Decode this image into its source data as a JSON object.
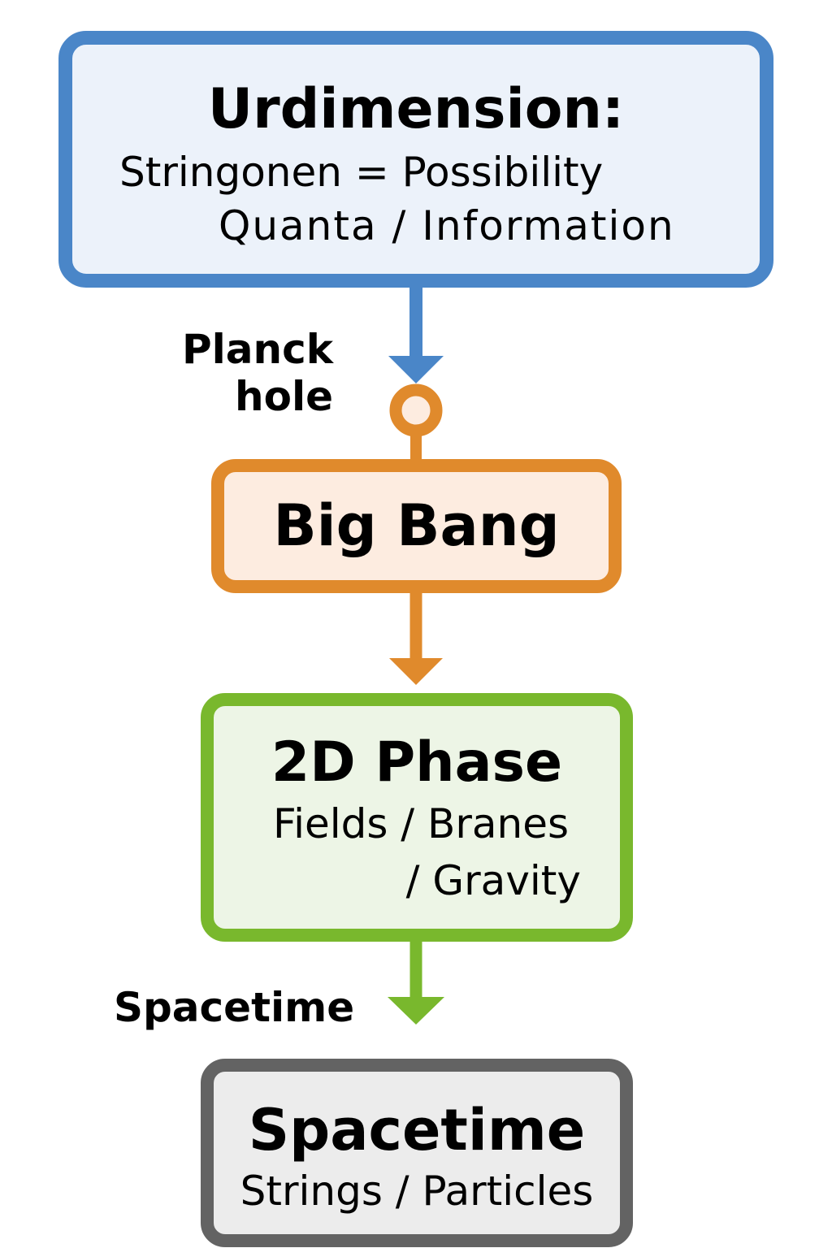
{
  "colors": {
    "blue": "#4a86c8",
    "blue_fill": "#ecf2fa",
    "orange": "#e08a2c",
    "orange_fill": "#fdece0",
    "green": "#79b82d",
    "green_fill": "#edf5e6",
    "gray": "#636363",
    "gray_fill": "#ececec"
  },
  "nodes": {
    "urdimension": {
      "title": "Urdimension:",
      "line1": "Stringonen = Possibility",
      "line2": "Quanta / Information"
    },
    "big_bang": {
      "title": "Big Bang"
    },
    "phase_2d": {
      "title": "2D Phase",
      "line1": "Fields / Branes",
      "line2": "/ Gravity"
    },
    "spacetime": {
      "title": "Spacetime",
      "line1": "Strings / Particles"
    }
  },
  "edges": {
    "planck_hole": {
      "label_line1": "Planck",
      "label_line2": "hole",
      "icon": "circle-node-icon"
    },
    "spacetime_edge": {
      "label": "Spacetime"
    }
  }
}
